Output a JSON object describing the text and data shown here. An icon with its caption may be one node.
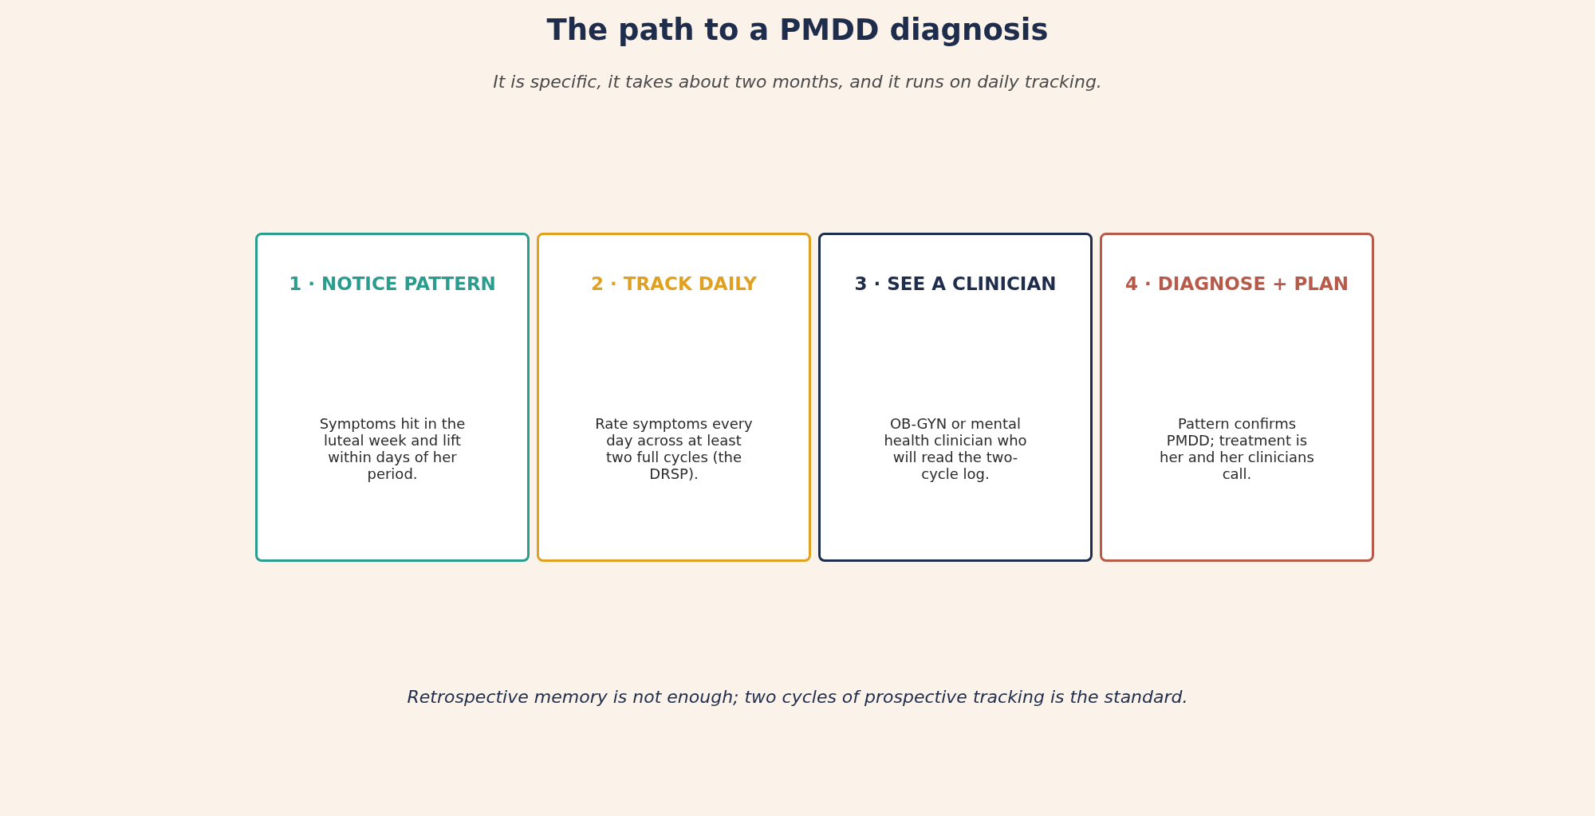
{
  "diagram": {
    "title": "The path to a PMDD diagnosis",
    "caption": "Retrospective memory is not enough; two cycles of prospective tracking is the standard.",
    "nodes": [
      {
        "text": [
          "1 · NOTICE PATTERN",
          "Symptoms hit in the luteal week and lift within days of her period."
        ]
      },
      {
        "text": [
          "2 · TRACK DAILY",
          "Rate symptoms every day across at least two full cycles (the DRSP)."
        ]
      },
      {
        "text": [
          "3 · SEE A CLINICIAN",
          "OB-GYN or mental health clinician who will read the two-cycle log."
        ]
      },
      {
        "text": [
          "4 · DIAGNOSE + PLAN",
          "Pattern confirms PMDD; treatment is her and her clinicians call."
        ]
      }
    ],
    "labels": [
      "It is specific, it takes about two months, and it runs on daily tracking."
    ]
  }
}
